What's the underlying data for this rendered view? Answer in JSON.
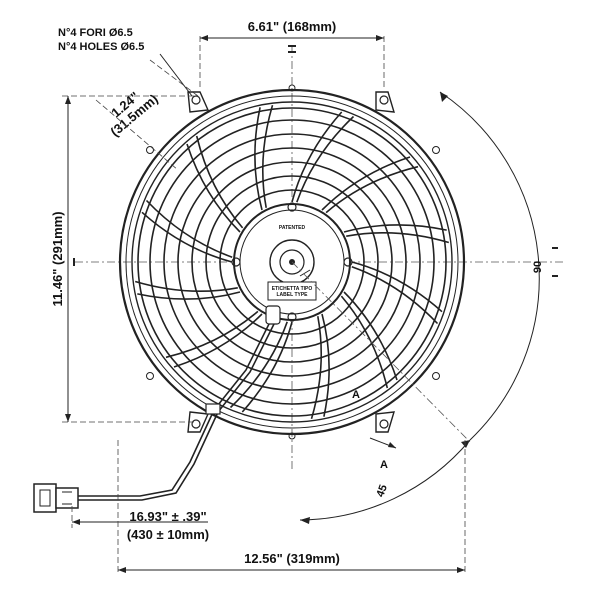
{
  "drawing": {
    "holes_note": {
      "it": "N°4 FORI Ø6.5",
      "en": "N°4 HOLES Ø6.5"
    },
    "dim_top": "6.61\" (168mm)",
    "dim_slot": {
      "in": "1.24\"",
      "mm": "(31.5mm)"
    },
    "dim_height": "11.46\" (291mm)",
    "dim_cable": {
      "in": "16.93\" ± .39\"",
      "mm": "(430 ± 10mm)"
    },
    "dim_width": "12.56\" (319mm)",
    "angle_90": "90",
    "angle_45": "45",
    "section_mark": "A",
    "hub": {
      "patented": "PATENTED",
      "label_it": "ETICHETTA TIPO",
      "label_en": "LABEL TYPE"
    }
  },
  "colors": {
    "line": "#222222",
    "background": "#ffffff"
  }
}
